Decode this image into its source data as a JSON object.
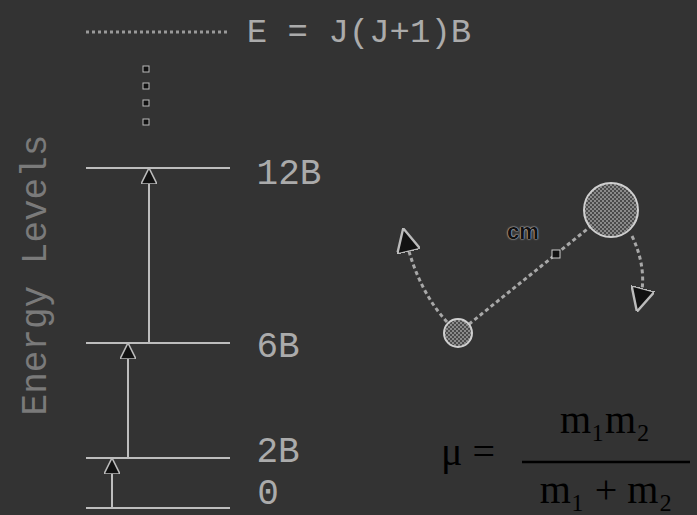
{
  "diagram": {
    "labels": [
      "E = J(J+1)B",
      "12B",
      "6B",
      "2B",
      "0",
      "Energy Levels",
      "cm",
      "μ =",
      "m₁m₂",
      "m₁ + m₂"
    ]
  }
}
